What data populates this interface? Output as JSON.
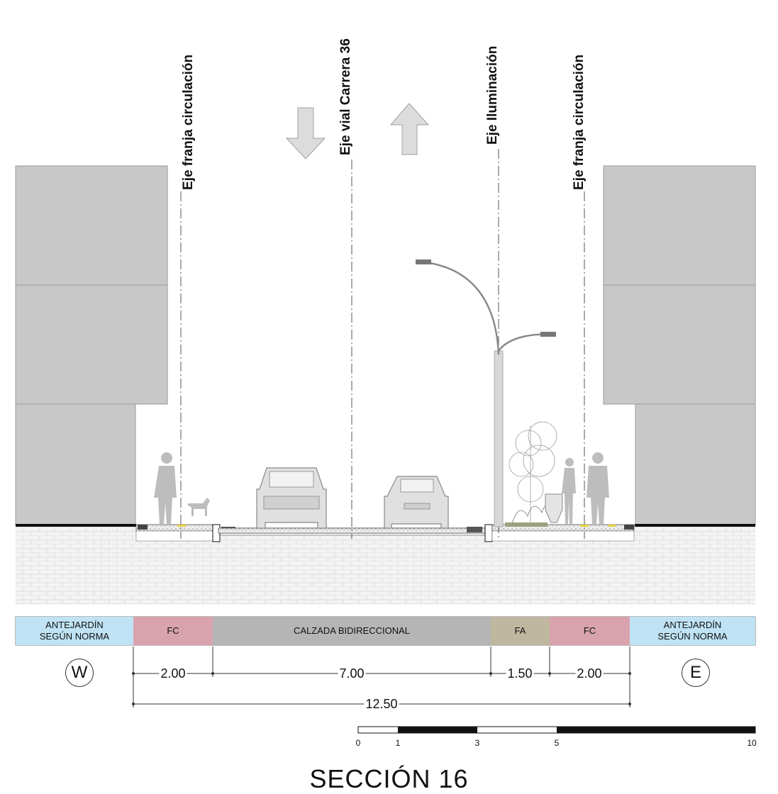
{
  "axis_labels": {
    "left_circulation": "Eje franja circulación",
    "road_axis": "Eje vial Carrera 36",
    "lighting": "Eje Iluminación",
    "right_circulation": "Eje franja circulación"
  },
  "bands": [
    {
      "label": "ANTEJARDÍN\nSEGÚN NORMA",
      "color": "#bfe3f4"
    },
    {
      "label": "FC",
      "color": "#d9a3ad"
    },
    {
      "label": "CALZADA BIDIRECCIONAL",
      "color": "#b5b5b5"
    },
    {
      "label": "FA",
      "color": "#bfb7a0"
    },
    {
      "label": "FC",
      "color": "#d9a3ad"
    },
    {
      "label": "ANTEJARDÍN\nSEGÚN NORMA",
      "color": "#bfe3f4"
    }
  ],
  "compass": {
    "west": "W",
    "east": "E"
  },
  "dimensions": {
    "fc_left": "2.00",
    "calzada": "7.00",
    "fa": "1.50",
    "fc_right": "2.00",
    "total": "12.50"
  },
  "scale_bar": {
    "ticks": [
      "0",
      "1",
      "3",
      "5",
      "10"
    ]
  },
  "title": "SECCIÓN 16",
  "colors": {
    "building": "#c8c8c8",
    "ground_pattern": "#f1f1f1",
    "arrow": "#dcdcdc",
    "figure": "#bdbdbd"
  }
}
